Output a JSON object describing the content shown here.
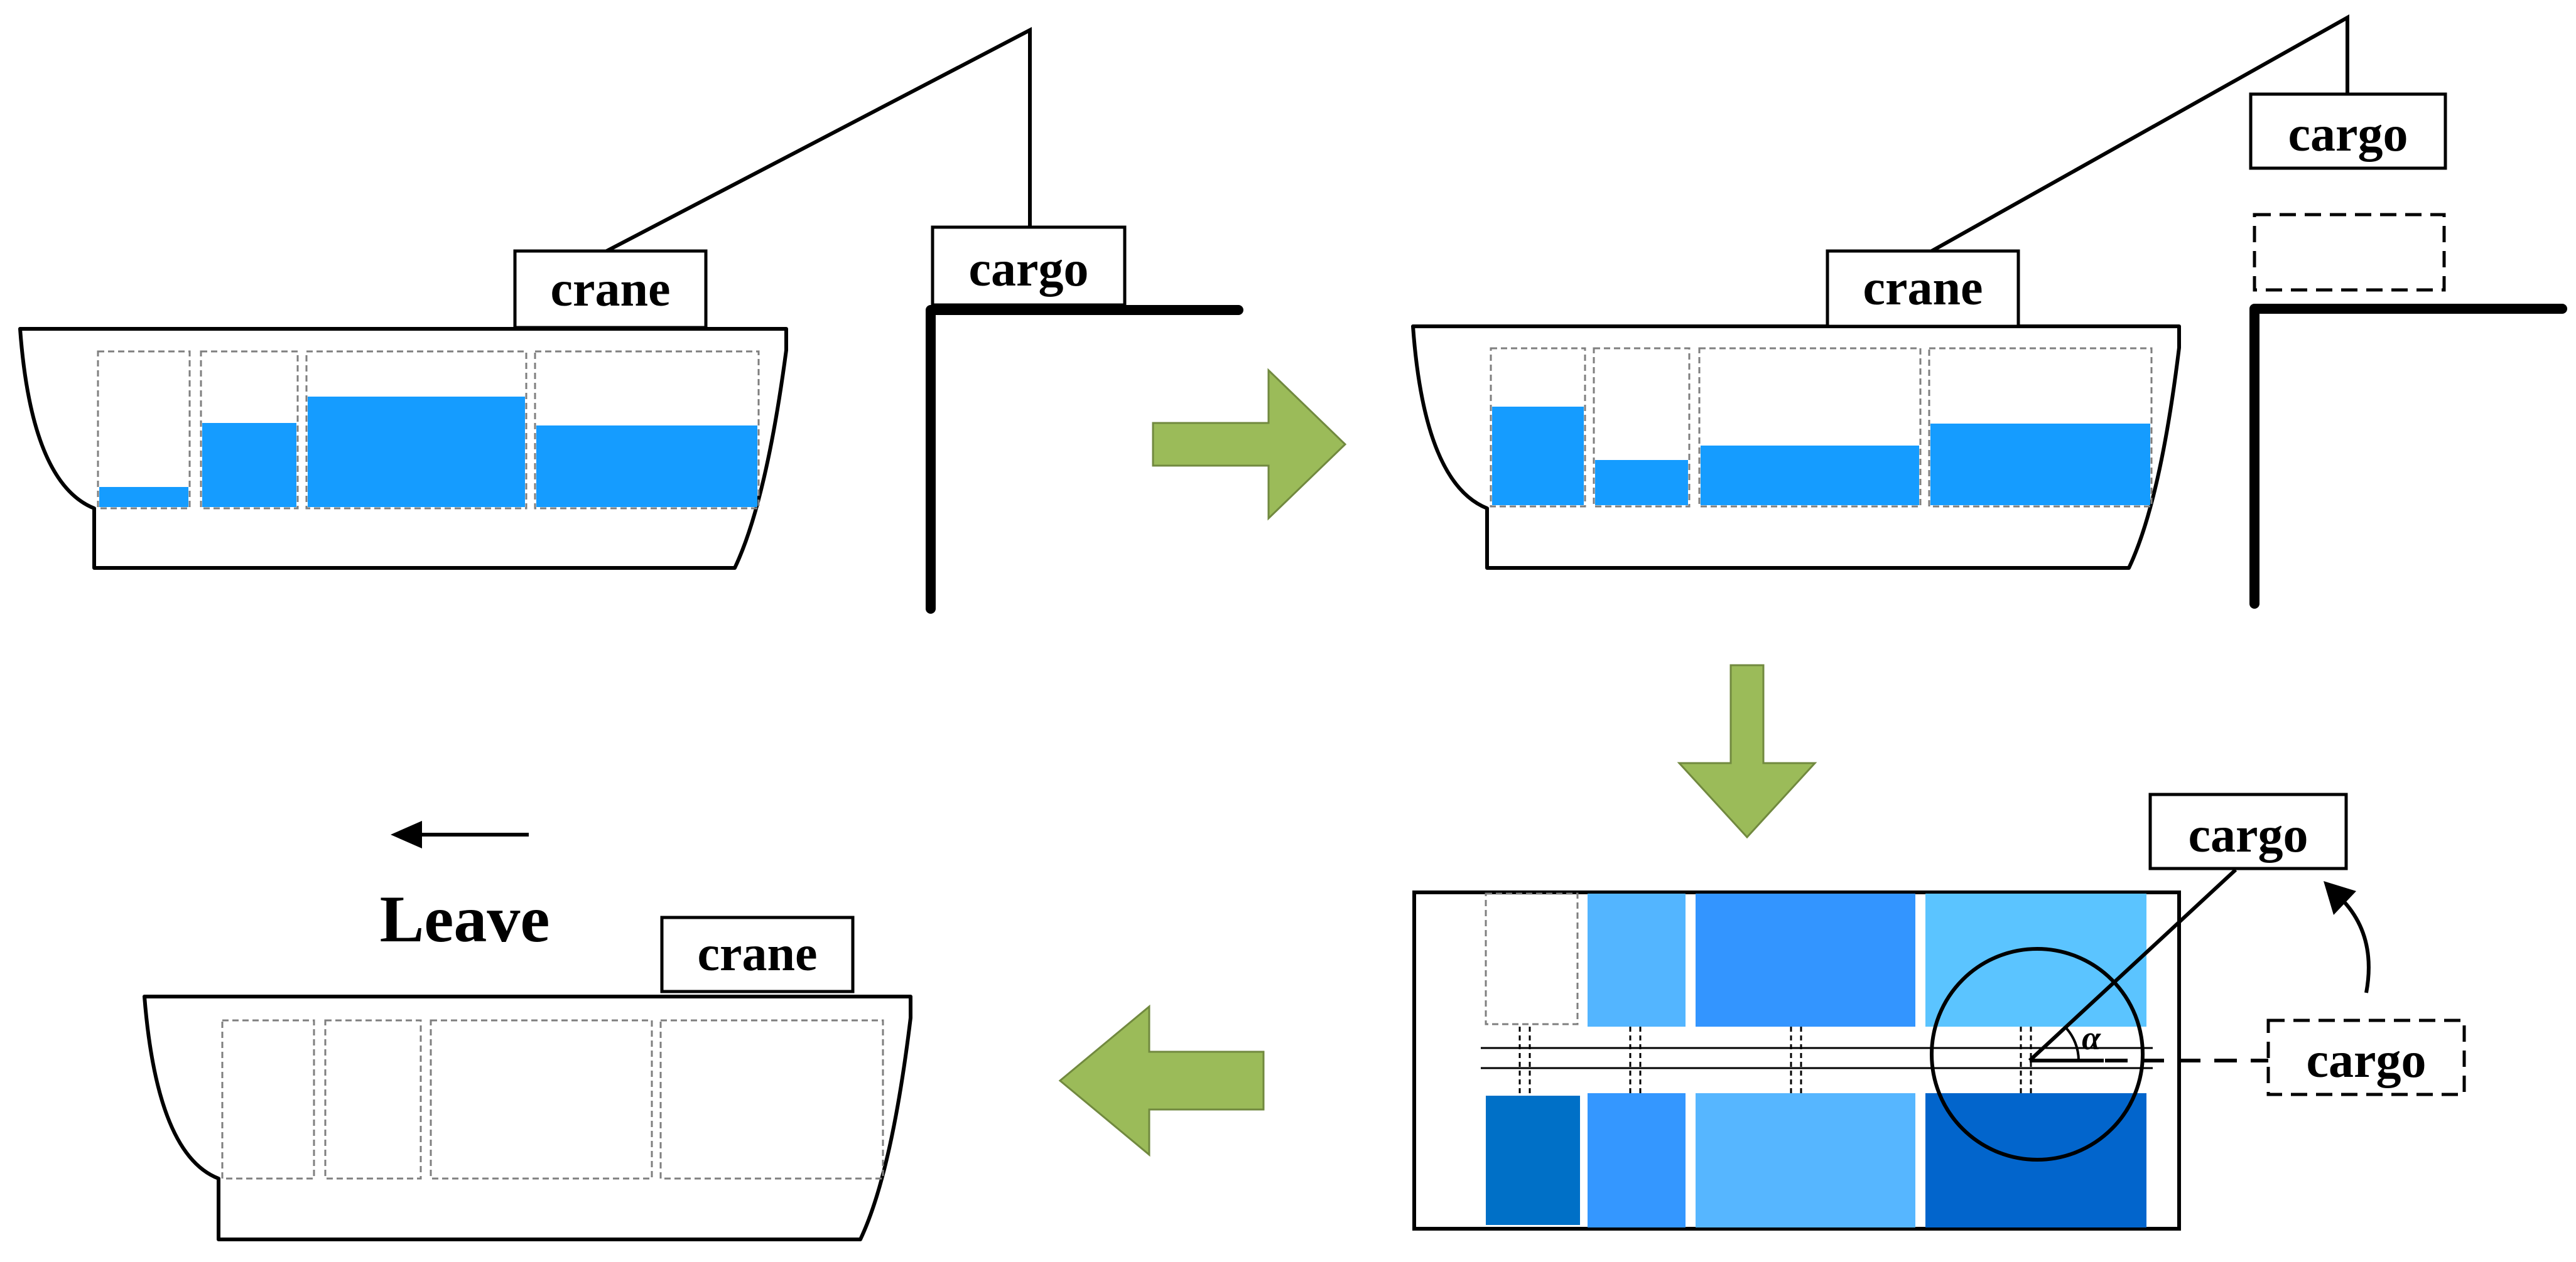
{
  "labels": {
    "crane": "crane",
    "cargo": "cargo",
    "leave": "Leave",
    "angle": "α"
  },
  "colors": {
    "water": "#159CFF",
    "arrow_fill": "#9BBB59",
    "arrow_stroke": "#71893F",
    "outline": "#000000",
    "tank_border": "#7F7F7F",
    "tank_blues": [
      "#53B5FF",
      "#3395FF",
      "#5BC4FF",
      "#0070C7",
      "#3497FF",
      "#56B6FF",
      "#0265CC"
    ]
  },
  "panels": [
    {
      "id": "before-unloading",
      "tank_fill_levels": [
        0.13,
        0.54,
        0.71,
        0.52
      ]
    },
    {
      "id": "after-unloading",
      "tank_fill_levels": [
        0.63,
        0.29,
        0.38,
        0.53
      ]
    },
    {
      "id": "top-view-rotation"
    },
    {
      "id": "leave-empty",
      "tank_fill_levels": [
        0,
        0,
        0,
        0
      ]
    }
  ]
}
